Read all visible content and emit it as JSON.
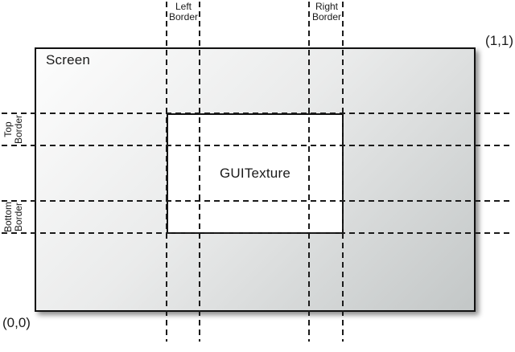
{
  "colors": {
    "line": "#1a1a1a",
    "text": "#1a1a1a",
    "screen_fill_light": "#fdfdfd",
    "screen_fill_mid": "#eaebeb",
    "screen_fill_dark": "#c3c7c7",
    "texture_fill": "#ffffff",
    "background": "#ffffff"
  },
  "labels": {
    "screen": "Screen",
    "texture": "GUITexture",
    "coord_top_right": "(1,1)",
    "coord_bottom_left": "(0,0)",
    "left_border": {
      "line1": "Left",
      "line2": "Border"
    },
    "right_border": {
      "line1": "Right",
      "line2": "Border"
    },
    "top_border": {
      "line1": "Top",
      "line2": "Border"
    },
    "bottom_border": {
      "line1": "Bottom",
      "line2": "Border"
    }
  }
}
